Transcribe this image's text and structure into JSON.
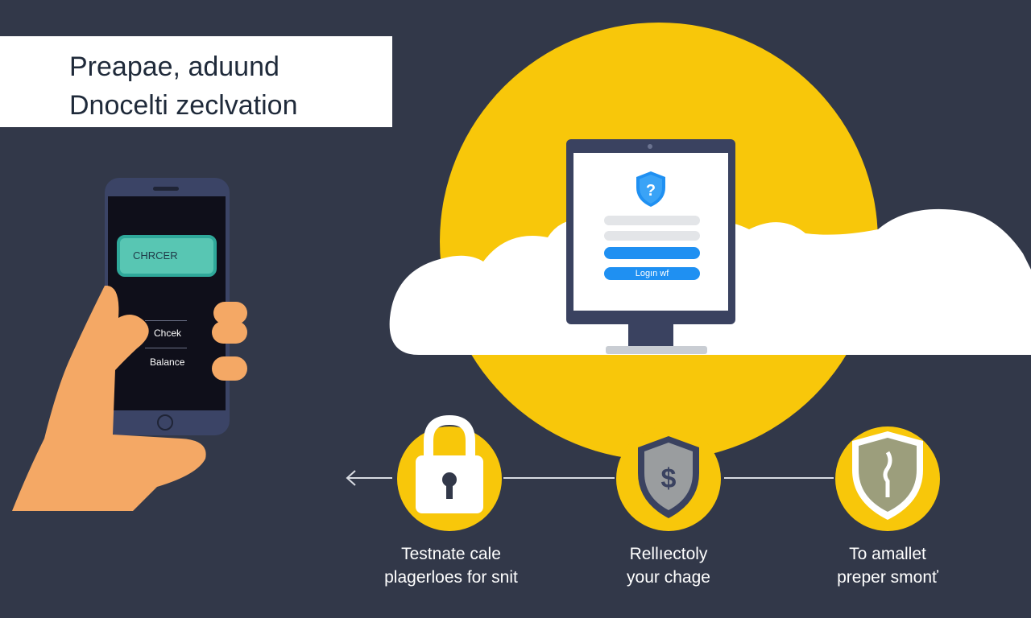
{
  "banner": {
    "line1": "Preapae, aduund",
    "line2": "Dnocelti zeclvation"
  },
  "phone": {
    "button_label": "CHRCER",
    "menu_items": [
      "Chcek",
      "Balance"
    ]
  },
  "monitor": {
    "login_button_label": "Logın wf",
    "icon": "shield-question-icon"
  },
  "flow": {
    "steps": [
      {
        "icon": "padlock-icon",
        "caption_line1": "Testnate cale",
        "caption_line2": "plagerloes for snit"
      },
      {
        "icon": "shield-dollar-icon",
        "caption_line1": "Rellıectoly",
        "caption_line2": "your chage"
      },
      {
        "icon": "shield-key-icon",
        "caption_line1": "To amallet",
        "caption_line2": "preper smonť"
      }
    ]
  },
  "colors": {
    "background": "#323849",
    "accent_yellow": "#f8c70a",
    "login_blue": "#1f90f2",
    "teal_button": "#58c6b3",
    "skin": "#f4a865"
  }
}
